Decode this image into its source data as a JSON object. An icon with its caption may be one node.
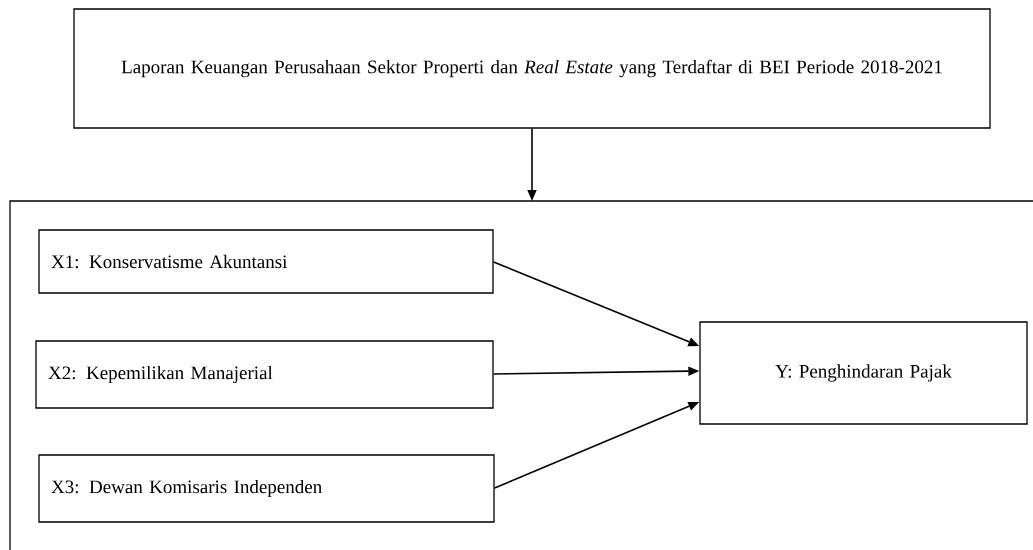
{
  "diagram": {
    "nodes": [
      {
        "text": [
          "Laporan Keuangan Perusahaan Sektor Properti dan *Real Estate* yang Terdaftar di BEI Periode 2018-2021"
        ]
      },
      {
        "text": [],
        "shape": "box"
      },
      {
        "text": [
          "X1: Konservatisme Akuntansi"
        ],
        "in": 1
      },
      {
        "text": [
          "X2: Kepemilikan Manajerial"
        ],
        "in": 1
      },
      {
        "text": [
          "X3: Dewan Komisaris Independen"
        ],
        "in": 1
      },
      {
        "text": [
          "Y: Penghindaran Pajak"
        ],
        "in": 1
      }
    ],
    "edges": [
      {
        "from": 0,
        "to": 1,
        "arrow": "to"
      },
      {
        "from": 2,
        "to": 5,
        "arrow": "to"
      },
      {
        "from": 3,
        "to": 5,
        "arrow": "to"
      },
      {
        "from": 4,
        "to": 5,
        "arrow": "to"
      }
    ]
  }
}
